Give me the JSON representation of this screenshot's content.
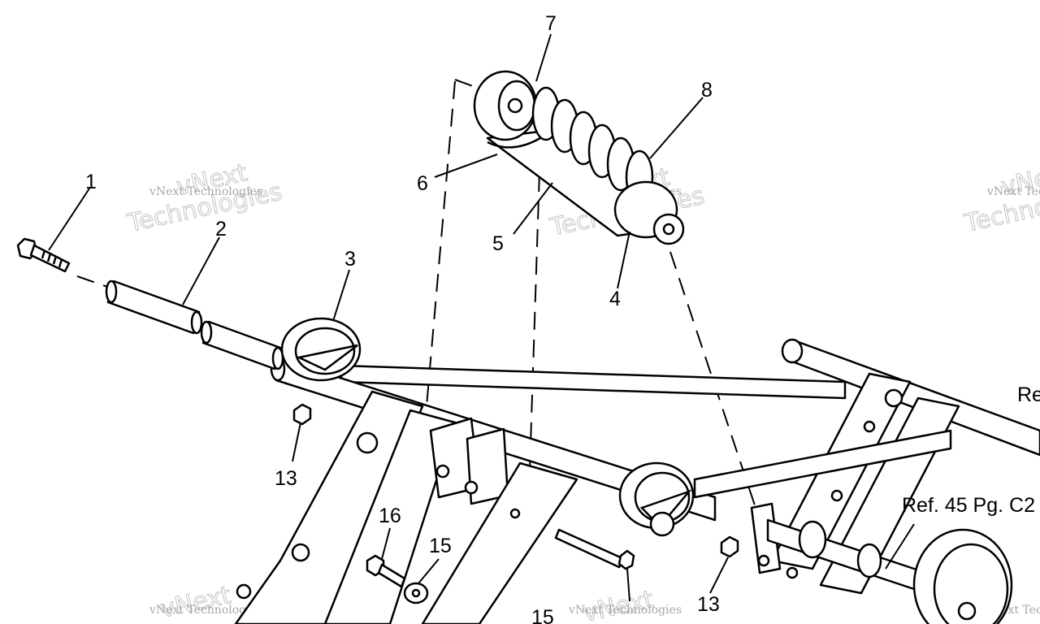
{
  "callouts": [
    {
      "id": "c1",
      "text": "1"
    },
    {
      "id": "c2",
      "text": "2"
    },
    {
      "id": "c3",
      "text": "3"
    },
    {
      "id": "c4",
      "text": "4"
    },
    {
      "id": "c5",
      "text": "5"
    },
    {
      "id": "c6",
      "text": "6"
    },
    {
      "id": "c7",
      "text": "7"
    },
    {
      "id": "c8",
      "text": "8"
    },
    {
      "id": "c13a",
      "text": "13"
    },
    {
      "id": "c13b",
      "text": "13"
    },
    {
      "id": "c15a",
      "text": "15"
    },
    {
      "id": "c15b",
      "text": "15"
    },
    {
      "id": "c16",
      "text": "16"
    }
  ],
  "references": {
    "ref_a": "Re",
    "ref_b": "Ref. 45 Pg. C2"
  },
  "watermark": {
    "brand_small": "vNext Technologies",
    "brand_large_1": "vNext",
    "brand_large_2": "Technologies"
  }
}
